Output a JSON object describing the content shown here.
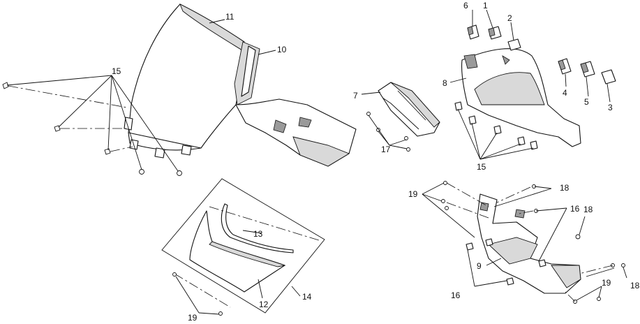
{
  "callouts": {
    "c1": "1",
    "c2": "2",
    "c3": "3",
    "c4": "4",
    "c5": "5",
    "c6": "6",
    "c7": "7",
    "c8": "8",
    "c9": "9",
    "c10": "10",
    "c11": "11",
    "c12": "12",
    "c13": "13",
    "c14": "14",
    "c15a": "15",
    "c15b": "15",
    "c16a": "16",
    "c16b": "16",
    "c17": "17",
    "c18a": "18",
    "c18b": "18",
    "c18c": "18",
    "c19a": "19",
    "c19b": "19",
    "c19c": "19"
  }
}
